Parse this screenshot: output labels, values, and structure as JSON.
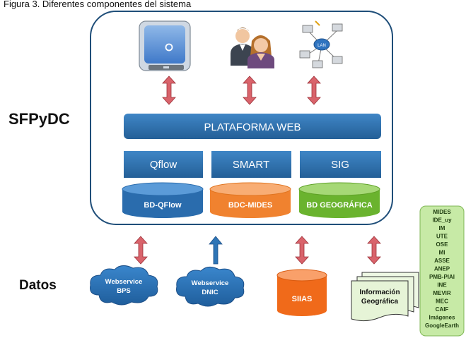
{
  "caption": "Figura 3. Diferentes componentes del sistema",
  "system_label": "SFPyDC",
  "data_label": "Datos",
  "platform": {
    "label": "PLATAFORMA WEB",
    "color": "#2e75b6"
  },
  "modules": [
    {
      "label": "Qflow",
      "color": "#2e75b6"
    },
    {
      "label": "SMART",
      "color": "#2e75b6"
    },
    {
      "label": "SIG",
      "color": "#2e75b6"
    }
  ],
  "databases": [
    {
      "label": "BD-QFlow",
      "color": "#2e75b6"
    },
    {
      "label": "BDC-MIDES",
      "color": "#f58a3a"
    },
    {
      "label": "BD GEOGRÁFICA",
      "color": "#7cc23a"
    }
  ],
  "top_icons": [
    {
      "icon": "mobile-device-icon"
    },
    {
      "icon": "users-icon"
    },
    {
      "icon": "lan-network-icon"
    }
  ],
  "sources": {
    "ws_bps": {
      "line1": "Webservice",
      "line2": "BPS",
      "color": "#2e75b6"
    },
    "ws_dnic": {
      "line1": "Webservice",
      "line2": "DNIC",
      "color": "#2e75b6"
    },
    "siias": {
      "label": "SIIAS",
      "color": "#f06a1a"
    },
    "geo_docs": {
      "line1": "Información",
      "line2": "Geográfica",
      "color": "#e6f4d7"
    },
    "geo_list": {
      "color": "#c7eaa6",
      "items": [
        "MIDES",
        "IDE_uy",
        "IM",
        "UTE",
        "OSE",
        "MI",
        "ASSE",
        "ANEP",
        "PMB-PIAI",
        "INE",
        "MEVIR",
        "MEC",
        "CAIF",
        "Imágenes",
        "GoogleEarth"
      ]
    }
  },
  "colors": {
    "arrow_red": "#d9636b",
    "arrow_blue": "#2e75b6",
    "frame": "#1f4e79"
  }
}
